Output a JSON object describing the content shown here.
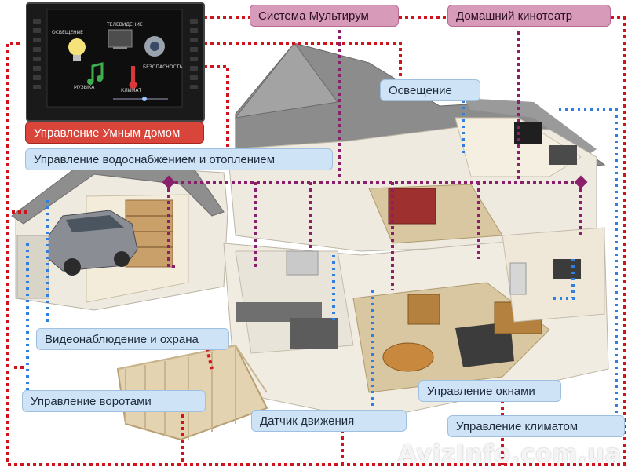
{
  "panel": {
    "lighting": "Освещение",
    "tv": "Телевидение",
    "security": "Безопасность",
    "music": "Музыка",
    "climate": "Климат"
  },
  "labels": {
    "smart_home": "Управление Умным домом",
    "multiroom": "Система Мультирум",
    "home_theater": "Домашний кинотеатр",
    "lighting": "Освещение",
    "water_heating": "Управление водоснабжением и отоплением",
    "video_security": "Видеонаблюдение и охрана",
    "gates": "Управление воротами",
    "motion_sensor": "Датчик движения",
    "windows": "Управление окнами",
    "climate": "Управление климатом"
  },
  "watermark": "AvizInfo.com.ua",
  "colors": {
    "red_line": "#d0141e",
    "purple_line": "#8a1f6b",
    "blue_line": "#2f7fe0",
    "roof": "#8c8c8c",
    "wall": "#efeae0",
    "floor": "#d8c7a0"
  }
}
